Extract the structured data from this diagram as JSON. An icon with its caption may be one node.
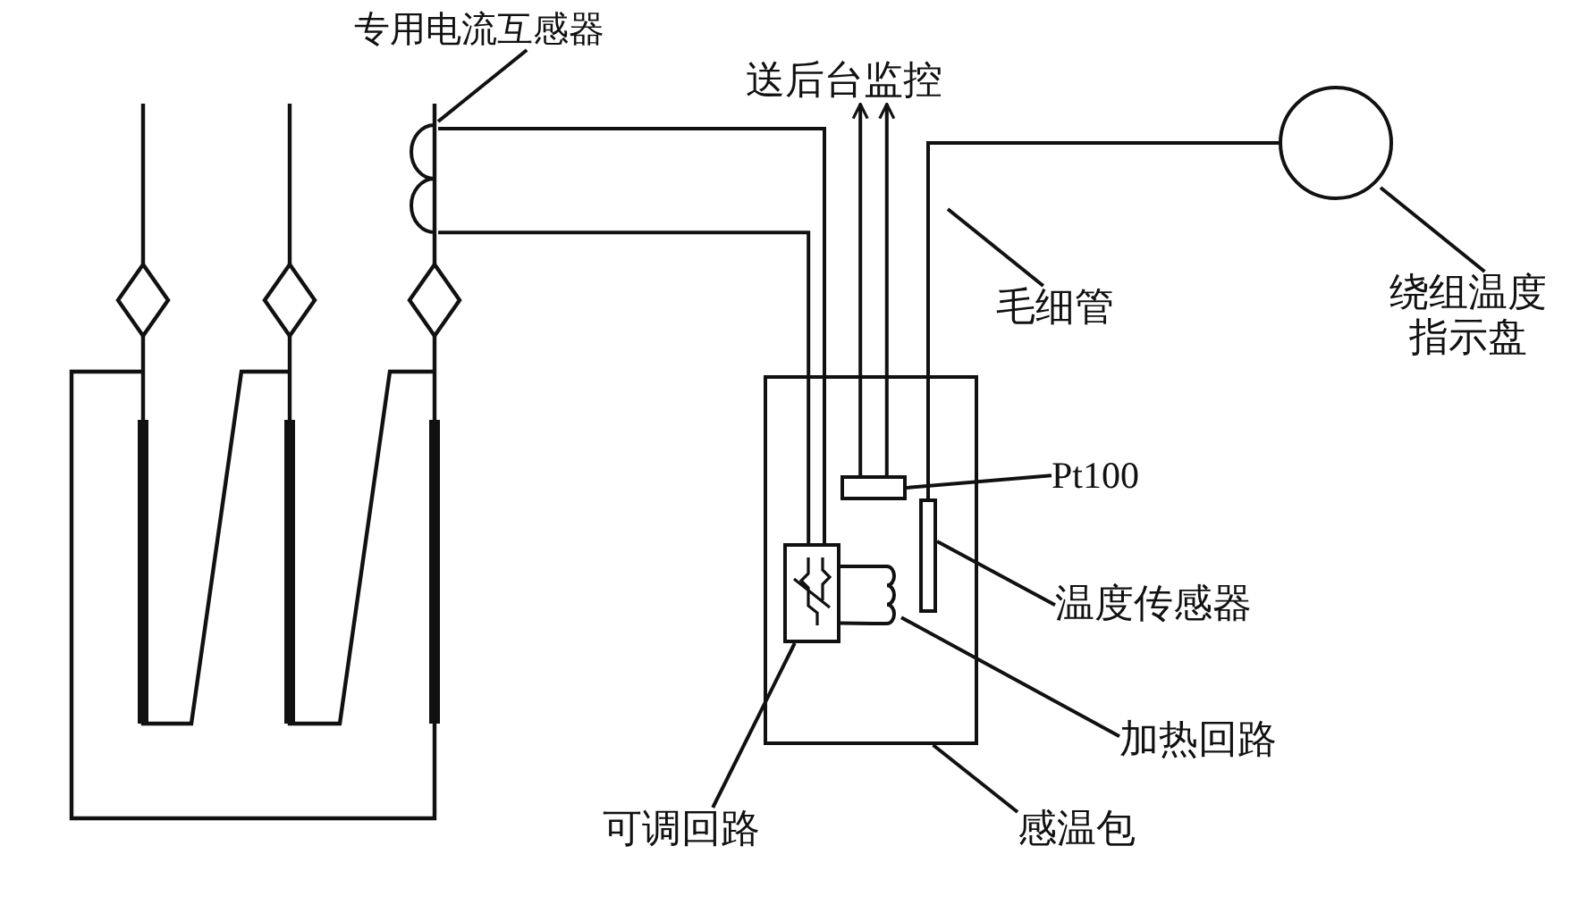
{
  "diagram": {
    "nodes": [
      {
        "text": [
          "专用电流互感器"
        ]
      },
      {
        "text": [],
        "shape": "picture"
      },
      {
        "text": [
          "送后台监控"
        ]
      },
      {
        "text": [],
        "shape": "circle"
      },
      {
        "text": [
          "毛细管"
        ]
      },
      {
        "text": [
          "绕组温度指示盘"
        ]
      },
      {
        "text": [],
        "shape": "box"
      },
      {
        "text": [],
        "shape": "box",
        "in": 6
      },
      {
        "text": [],
        "shape": "bar",
        "in": 6
      },
      {
        "text": [],
        "shape": "box",
        "in": 6
      },
      {
        "text": [],
        "shape": "picture",
        "in": 6
      },
      {
        "text": [
          "Pt100"
        ]
      },
      {
        "text": [
          "温度传感器"
        ]
      },
      {
        "text": [
          "加热回路"
        ]
      },
      {
        "text": [
          "可调回路"
        ]
      },
      {
        "text": [
          "感温包"
        ]
      }
    ],
    "edges": [
      {
        "from": 0,
        "to": 1,
        "arrow": "none"
      },
      {
        "from": 1,
        "to": 9,
        "arrow": "none"
      },
      {
        "from": 1,
        "to": 9,
        "arrow": "none"
      },
      {
        "from": 7,
        "to": 2,
        "arrow": "to"
      },
      {
        "from": 7,
        "to": 2,
        "arrow": "to"
      },
      {
        "from": 8,
        "to": 3,
        "arrow": "none"
      },
      {
        "from": 4,
        "to": null,
        "arrow": "none"
      },
      {
        "from": 5,
        "to": 3,
        "arrow": "none"
      },
      {
        "from": 11,
        "to": 7,
        "arrow": "none"
      },
      {
        "from": 12,
        "to": 8,
        "arrow": "none"
      },
      {
        "from": 9,
        "to": 10,
        "arrow": "none"
      },
      {
        "from": 9,
        "to": 10,
        "arrow": "none"
      },
      {
        "from": 13,
        "to": 10,
        "arrow": "none"
      },
      {
        "from": 14,
        "to": 9,
        "arrow": "none"
      },
      {
        "from": 15,
        "to": 6,
        "arrow": "none"
      }
    ]
  }
}
